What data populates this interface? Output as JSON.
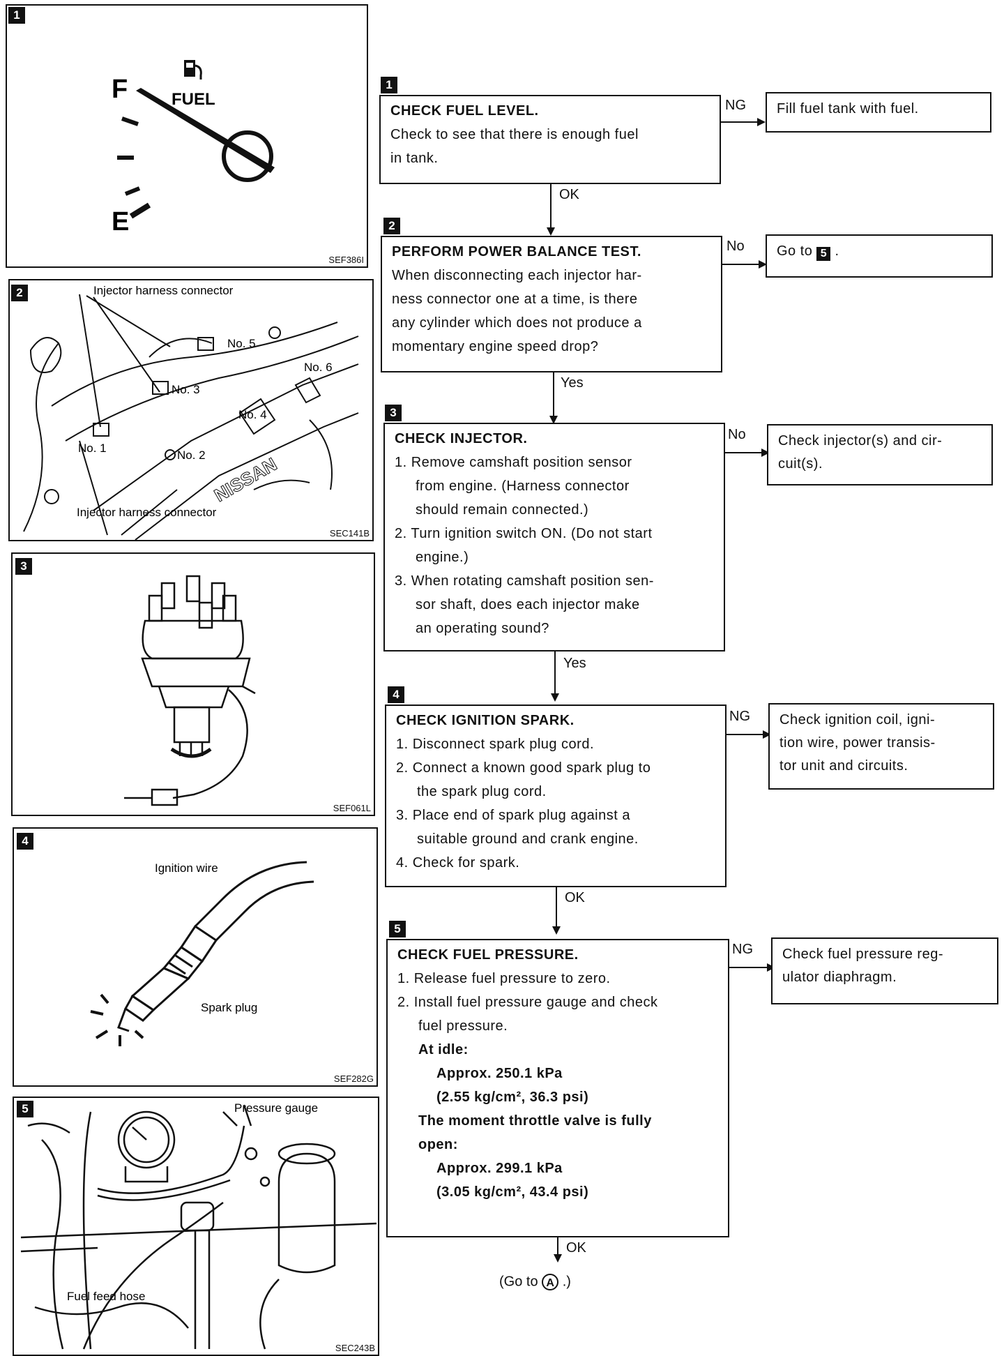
{
  "figures": [
    {
      "num": "1",
      "code": "SEF386I",
      "labels": {
        "f": "F",
        "e": "E",
        "fuel": "FUEL"
      }
    },
    {
      "num": "2",
      "code": "SEC141B",
      "labels": {
        "top": "Injector harness connector",
        "bottom": "Injector harness connector",
        "no1": "No. 1",
        "no2": "No. 2",
        "no3": "No. 3",
        "no4": "No. 4",
        "no5": "No. 5",
        "no6": "No. 6"
      }
    },
    {
      "num": "3",
      "code": "SEF061L"
    },
    {
      "num": "4",
      "code": "SEF282G",
      "labels": {
        "wire": "Ignition wire",
        "plug": "Spark plug"
      }
    },
    {
      "num": "5",
      "code": "SEC243B",
      "labels": {
        "gauge": "Pressure gauge",
        "hose": "Fuel feed hose"
      }
    }
  ],
  "steps": [
    {
      "num": "1",
      "title": "CHECK FUEL LEVEL.",
      "text": [
        "Check to see that there is enough fuel",
        "in tank."
      ],
      "side_label": "NG",
      "side_text": "Fill fuel tank with fuel.",
      "next_label": "OK"
    },
    {
      "num": "2",
      "title": "PERFORM POWER BALANCE TEST.",
      "text": [
        "When disconnecting each injector har-",
        "ness connector one at a time, is there",
        "any cylinder which does not produce a",
        "momentary engine speed drop?"
      ],
      "side_label": "No",
      "side_text_pre": "Go to",
      "side_text_ref": "5",
      "side_text_post": ".",
      "next_label": "Yes"
    },
    {
      "num": "3",
      "title": "CHECK INJECTOR.",
      "items": [
        "1. Remove camshaft position sensor",
        "from engine. (Harness connector",
        "should remain connected.)",
        "2. Turn ignition switch ON. (Do not start",
        "engine.)",
        "3. When rotating camshaft position sen-",
        "sor shaft, does each injector make",
        "an operating sound?"
      ],
      "side_label": "No",
      "side_text": [
        "Check injector(s) and cir-",
        "cuit(s)."
      ],
      "next_label": "Yes"
    },
    {
      "num": "4",
      "title": "CHECK IGNITION SPARK.",
      "items": [
        "1. Disconnect spark plug cord.",
        "2. Connect a known good spark plug to",
        "the spark plug cord.",
        "3. Place end of spark plug against a",
        "suitable ground and crank engine.",
        "4. Check for spark."
      ],
      "side_label": "NG",
      "side_text": [
        "Check ignition coil, igni-",
        "tion wire, power transis-",
        "tor unit and circuits."
      ],
      "next_label": "OK"
    },
    {
      "num": "5",
      "title": "CHECK FUEL PRESSURE.",
      "items": [
        "1. Release fuel pressure to zero.",
        "2. Install fuel pressure gauge and check",
        "fuel pressure."
      ],
      "spec1_head": "At idle:",
      "spec1_val1": "Approx. 250.1 kPa",
      "spec1_val2": "(2.55 kg/cm², 36.3 psi)",
      "spec2_head1": "The moment throttle valve is fully",
      "spec2_head2": "open:",
      "spec2_val1": "Approx. 299.1 kPa",
      "spec2_val2": "(3.05 kg/cm², 43.4 psi)",
      "side_label": "NG",
      "side_text": [
        "Check fuel pressure reg-",
        "ulator diaphragm."
      ],
      "next_label": "OK",
      "final_pre": "(Go to",
      "final_ref": "A",
      "final_post": ".)"
    }
  ]
}
